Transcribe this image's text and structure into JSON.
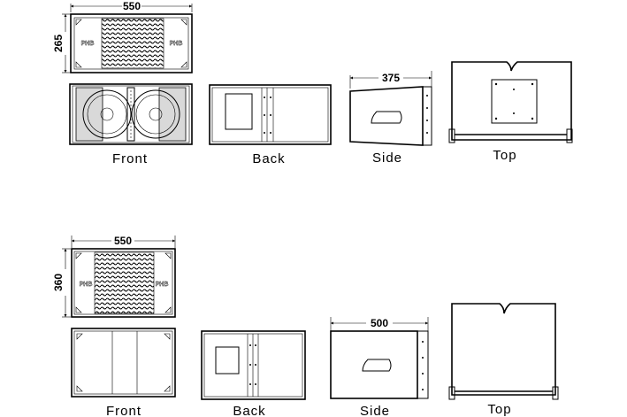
{
  "top_model": {
    "width_dim": "550",
    "height_dim": "265",
    "depth_dim": "375",
    "front_label": "Front",
    "back_label": "Back",
    "side_label": "Side",
    "top_label": "Top",
    "logo_text": "PHB"
  },
  "bottom_model": {
    "width_dim": "550",
    "height_dim": "360",
    "depth_dim": "500",
    "front_label": "Front",
    "back_label": "Back",
    "side_label": "Side",
    "top_label": "Top",
    "logo_text": "PHB"
  }
}
